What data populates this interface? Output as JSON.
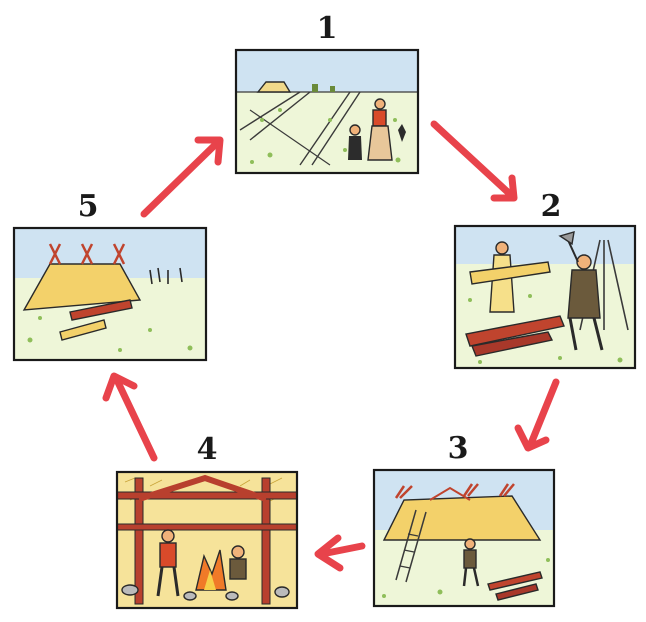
{
  "steps": [
    {
      "number": "1"
    },
    {
      "number": "2"
    },
    {
      "number": "3"
    },
    {
      "number": "4"
    },
    {
      "number": "5"
    }
  ],
  "colors": {
    "arrow": "#e8434b",
    "sky": "#c9dff0",
    "grass": "#e4f2c0",
    "thatch": "#f3d16a",
    "timber": "#b8402e",
    "fire": "#f07a28"
  }
}
